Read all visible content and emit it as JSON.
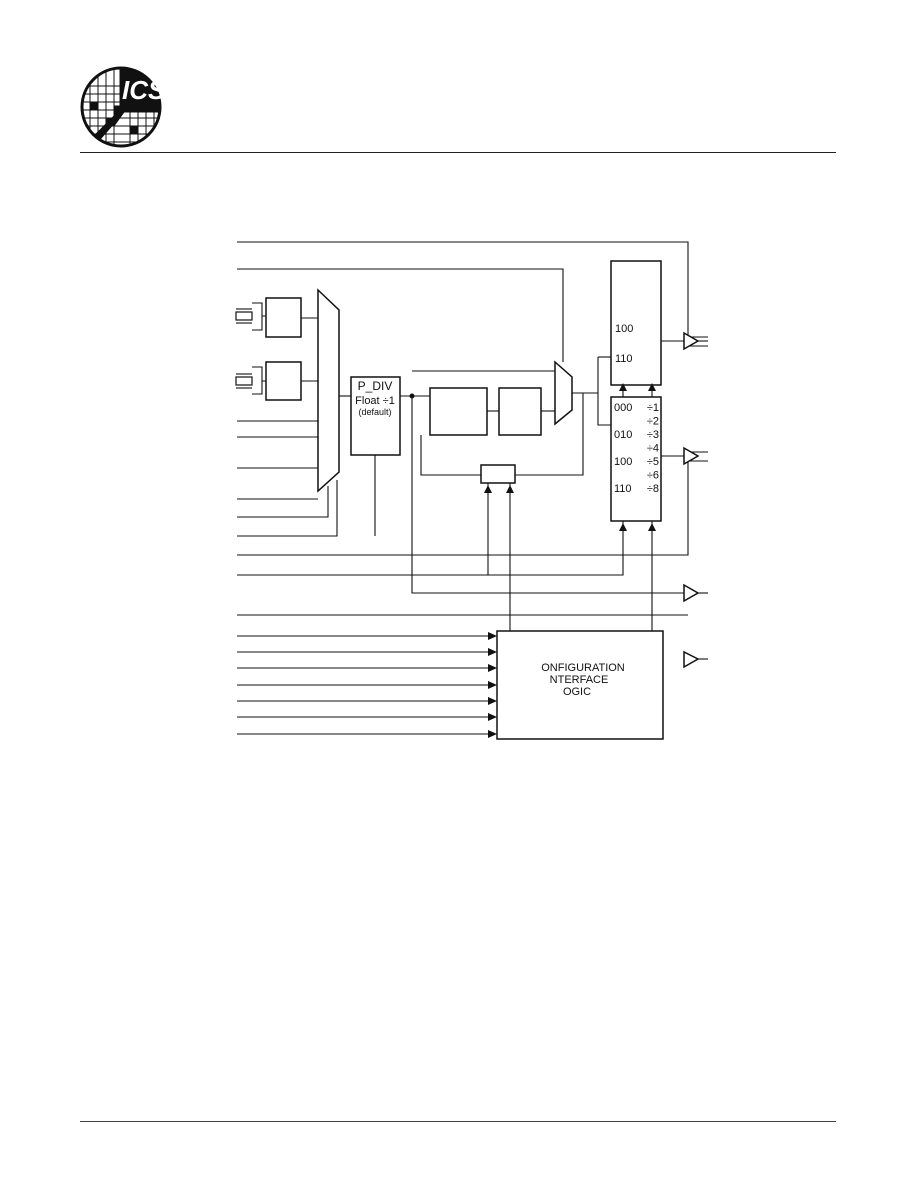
{
  "header": {
    "logo_text": "ICS"
  },
  "diagram": {
    "pdiv": {
      "title": "P_DIV",
      "line1": "Float ÷1",
      "line2": "(default)"
    },
    "upper_divider": {
      "codes": [
        "100",
        "110"
      ]
    },
    "output_divider": {
      "rows": [
        {
          "code": "000",
          "div": "÷1"
        },
        {
          "code": "",
          "div": "÷2"
        },
        {
          "code": "010",
          "div": "÷3"
        },
        {
          "code": "",
          "div": "÷4"
        },
        {
          "code": "100",
          "div": "÷5"
        },
        {
          "code": "",
          "div": "÷6"
        },
        {
          "code": "110",
          "div": "÷8"
        }
      ]
    },
    "config_block": {
      "line1": "ONFIGURATION",
      "line2": "NTERFACE",
      "line3": "OGIC"
    }
  },
  "colors": {
    "ink": "#111111",
    "background": "#ffffff"
  }
}
